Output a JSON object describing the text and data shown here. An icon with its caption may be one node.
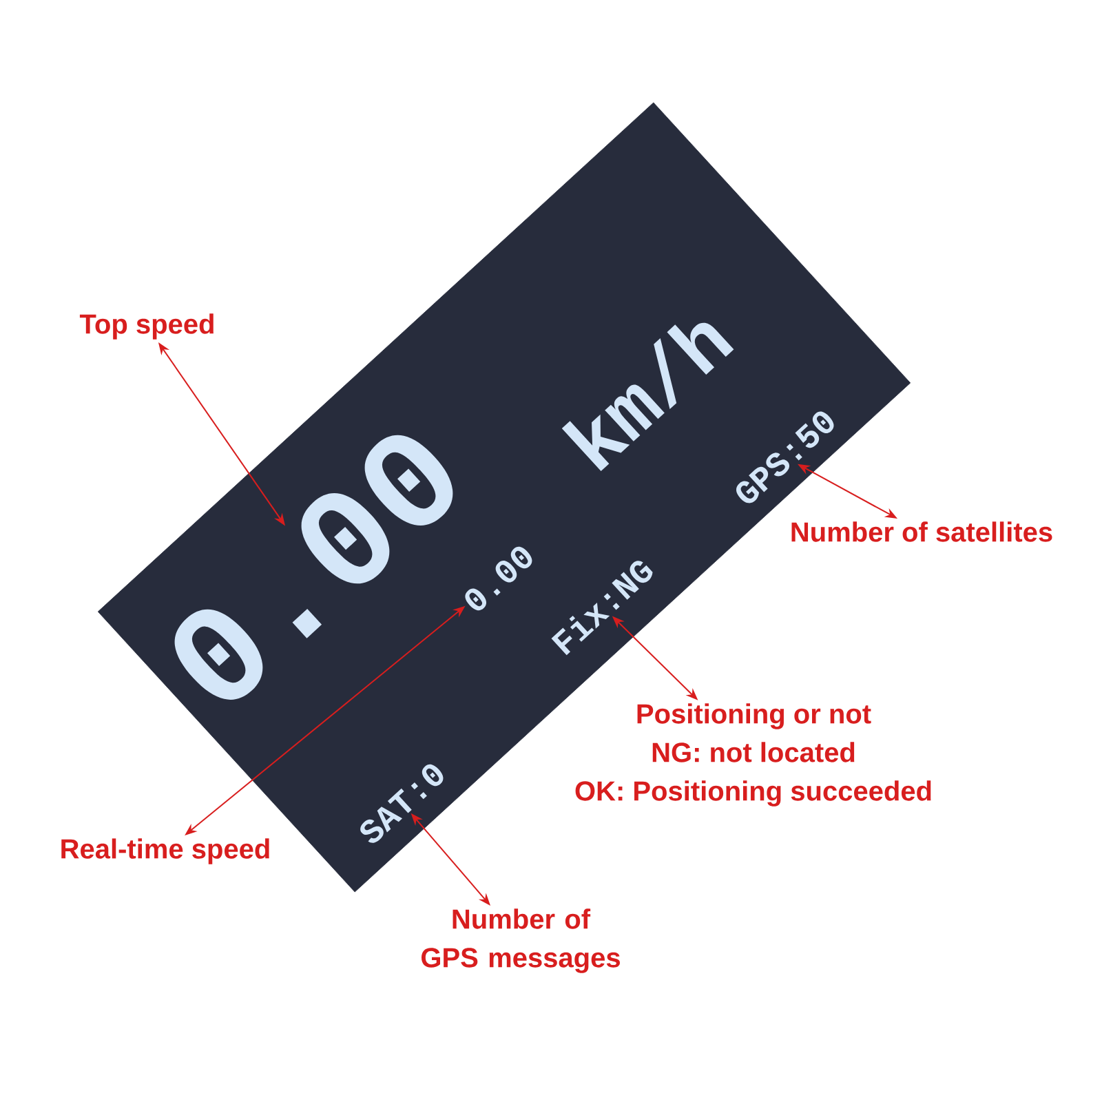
{
  "diagram": {
    "nodes": [
      {
        "text": [],
        "shape": "box"
      },
      {
        "text": [
          "0.00"
        ],
        "in": 0
      },
      {
        "text": [
          "km/h"
        ],
        "in": 0
      },
      {
        "text": [
          "GPS:50"
        ],
        "in": 0
      },
      {
        "text": [
          "0.00"
        ],
        "in": 0
      },
      {
        "text": [
          "Fix:NG"
        ],
        "in": 0
      },
      {
        "text": [
          "SAT:0"
        ],
        "in": 0
      },
      {
        "text": [
          "Top speed"
        ]
      },
      {
        "text": [
          "Number of satellites"
        ]
      },
      {
        "text": [
          "Positioning or not",
          "NG: not located",
          "OK: Positioning succeeded"
        ]
      },
      {
        "text": [
          "Real-time speed"
        ]
      },
      {
        "text": [
          "Number of GPS messages"
        ]
      }
    ],
    "edges": [
      {
        "from": 7,
        "to": 1,
        "arrow": "both"
      },
      {
        "from": 8,
        "to": 3,
        "arrow": "both"
      },
      {
        "from": 9,
        "to": 5,
        "arrow": "both"
      },
      {
        "from": 10,
        "to": 4,
        "arrow": "both"
      },
      {
        "from": 11,
        "to": 6,
        "arrow": "both"
      }
    ]
  }
}
